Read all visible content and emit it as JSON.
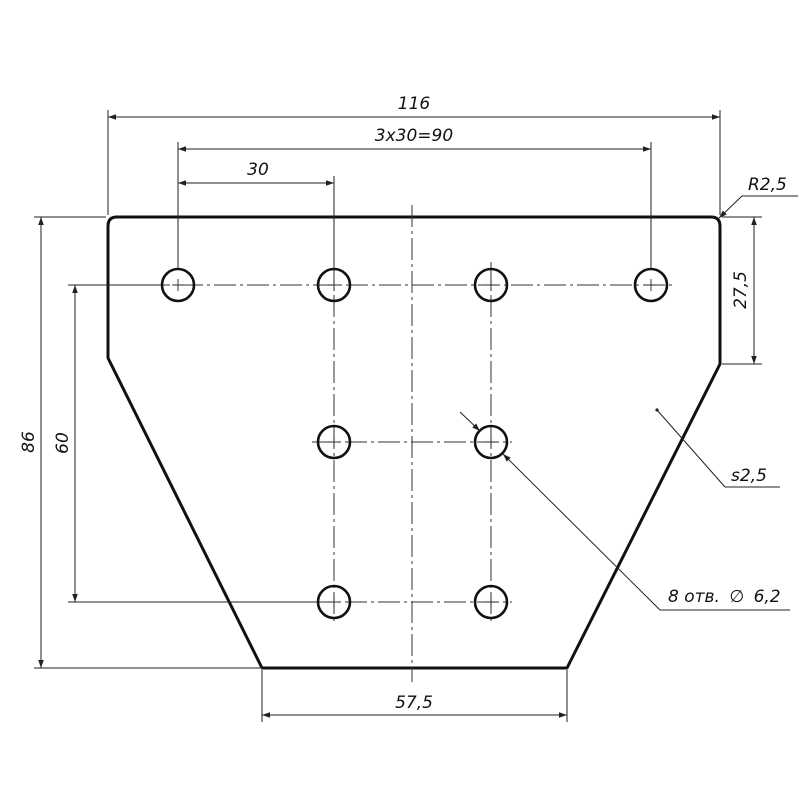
{
  "drawing": {
    "dim_overall_width": "116",
    "dim_hole_pattern": "3x30=90",
    "dim_hole_spacing": "30",
    "dim_corner_radius": "R2,5",
    "dim_side_height": "27,5",
    "dim_overall_height": "86",
    "dim_hole_rows": "60",
    "dim_thickness": "s2,5",
    "dim_holes_note": "8 отв.",
    "dim_hole_diameter_symbol": "∅",
    "dim_hole_diameter": "6,2",
    "dim_bottom_width": "57,5",
    "line_color": "#111111",
    "background_color": "#ffffff"
  }
}
